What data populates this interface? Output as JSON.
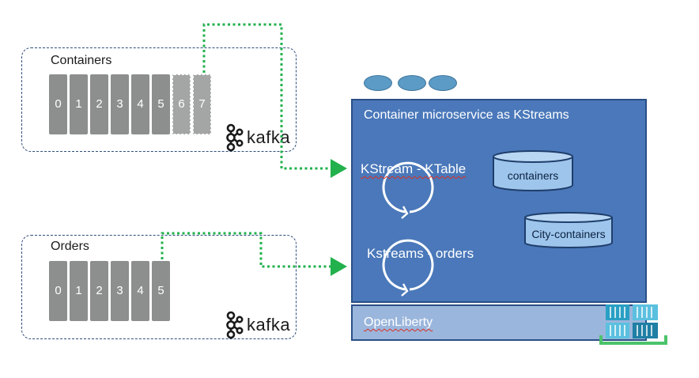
{
  "topics": [
    {
      "title": "Containers",
      "partitions": [
        "0",
        "1",
        "2",
        "3",
        "4",
        "5",
        "6",
        "7"
      ],
      "brand": "kafka"
    },
    {
      "title": "Orders",
      "partitions": [
        "0",
        "1",
        "2",
        "3",
        "4",
        "5"
      ],
      "brand": "kafka"
    }
  ],
  "service": {
    "title": "Container microservice as KStreams",
    "processors": [
      "KStream - KTable",
      "Kstreams - orders"
    ],
    "stores": [
      "containers",
      "City-containers"
    ],
    "platform": "OpenLiberty"
  },
  "colors": {
    "service_fill": "#4a78ba",
    "platform_fill": "#9bb6dc",
    "partition_fill": "#8c8f8e",
    "flow_arrow": "#22b14c",
    "store_fill": "#9ec6ec"
  },
  "icons": [
    "kafka-icon",
    "loop-icon",
    "cylinder-icon",
    "container-stack-icon"
  ]
}
